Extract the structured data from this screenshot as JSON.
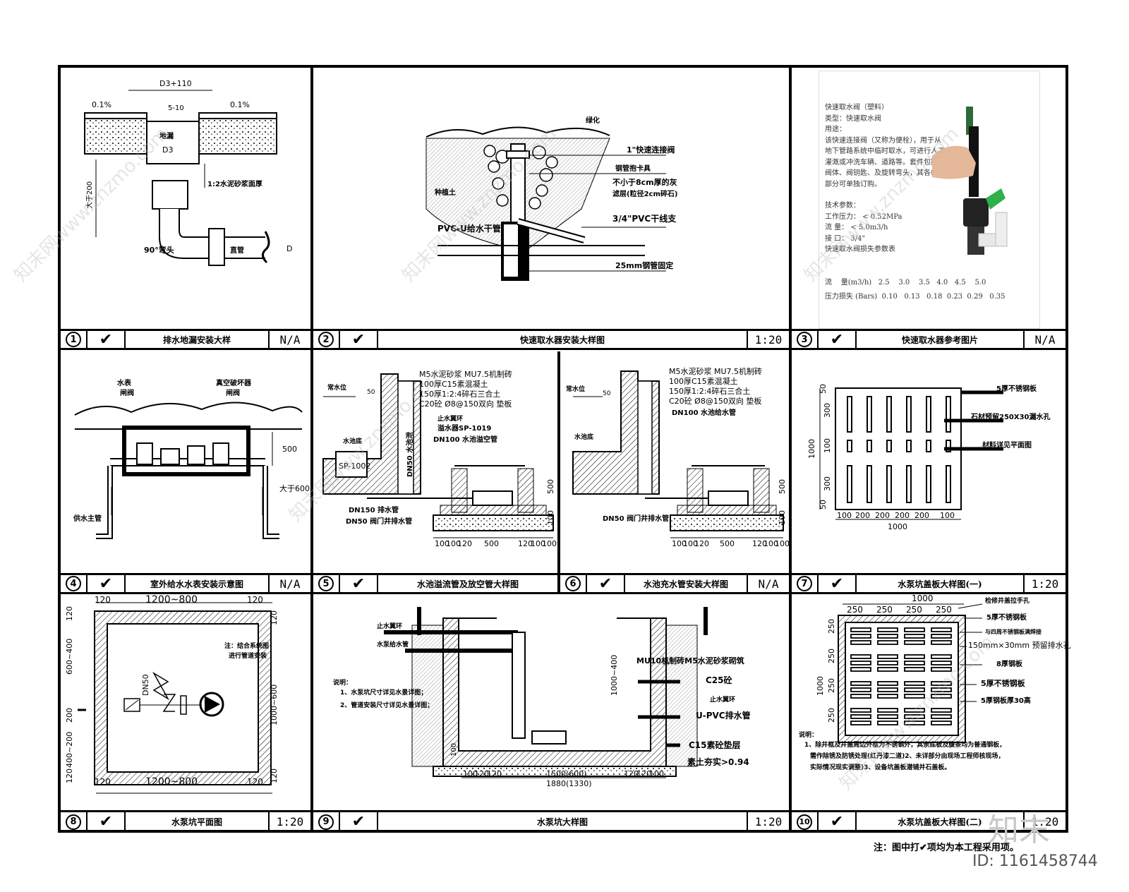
{
  "panels": [
    {
      "num": "1",
      "title": "排水地漏安装大样",
      "scale": "N/A"
    },
    {
      "num": "2",
      "title": "快速取水器安装大样图",
      "scale": "1:20"
    },
    {
      "num": "3",
      "title": "快速取水器参考图片",
      "scale": "N/A"
    },
    {
      "num": "4",
      "title": "室外给水水表安装示意图",
      "scale": "N/A"
    },
    {
      "num": "5",
      "title": "水池溢流管及放空管大样图",
      "scale": ""
    },
    {
      "num": "6",
      "title": "水池充水管安装大样图",
      "scale": "N/A"
    },
    {
      "num": "7",
      "title": "水泵坑盖板大样图(一)",
      "scale": "1:20"
    },
    {
      "num": "8",
      "title": "水泵坑平面图",
      "scale": "1:20"
    },
    {
      "num": "9",
      "title": "水泵坑大样图",
      "scale": "1:20"
    },
    {
      "num": "10",
      "title": "水泵坑盖板大样图(二)",
      "scale": "1:20"
    }
  ],
  "check": "✔",
  "p1": {
    "top": "D3+110",
    "gap": "5-10",
    "slope_l": "0.1%",
    "slope_r": "0.1%",
    "drain": "地漏",
    "d3": "D3",
    "mortar": "1:2水泥砂浆面厚",
    "depth": "大于200",
    "elbow": "90°弯头",
    "pipe": "直管",
    "d": "D"
  },
  "p2": {
    "green": "绿化",
    "valve": "1\"快速连接阀",
    "clamp": "钢管抱卡具",
    "gravel1": "不小于8cm厚的灰",
    "gravel2": "滤层(粒径2cm碎石)",
    "pvc": "3/4\"PVC干线支",
    "main": "PVC-U给水干管",
    "soil": "种植土",
    "steel": "25mm钢管固定"
  },
  "p3": {
    "lines": [
      "快速取水阀（塑料）",
      "类型：快速取水阀",
      "用途：",
      "该快速连接阀（又称为便栓），用于从",
      "地下管路系统中临时取水，可进行人工",
      "灌溉或冲洗车辆、道路等。套件包括：",
      "阀体、阀钥匙、及旋转弯头，其各组成",
      "部分可单独订购。",
      "",
      "技术参数：",
      "工作压力：  < 0.52MPa",
      "流    量：  < 5.0m3/h",
      "接    口：  3/4\"",
      "快速取水阀损失参数表"
    ],
    "row1": "流    量(m3/h)   2.5    3.0    3.5   4.0   4.5    5.0",
    "row2": "压力损失 (Bars)  0.10   0.13   0.18  0.23  0.29   0.35"
  },
  "p4": {
    "meter": "水表",
    "valve1": "闸阀",
    "vac": "真空破坏器",
    "valve2": "闸阀",
    "d500": "500",
    "d600": "大于600",
    "main": "供水主管"
  },
  "p5": {
    "l1": "M5水泥砂浆 MU7.5机制砖",
    "l2": "100厚C15素混凝土",
    "l3": "150厚1:2:4碎石三合土",
    "l4": "C20砼 Ø8@150双向 垫板",
    "ring": "止水翼环",
    "sp1019": "溢水器SP-1019",
    "dn100": "DN100 水池溢空管",
    "wl": "常水位",
    "d50": "50",
    "bottom": "水池底",
    "sp1002": "SP-1002",
    "dn50v": "DN50 水池泄",
    "dn150": "DN150 排水管",
    "dn50": "DN50 阀门井排水管",
    "d500": "500",
    "d100": "100",
    "dims": [
      "100",
      "100",
      "120",
      "500",
      "120",
      "100",
      "100"
    ]
  },
  "p6": {
    "l1": "M5水泥砂浆 MU7.5机制砖",
    "l2": "100厚C15素混凝土",
    "l3": "150厚1:2:4碎石三合土",
    "l4": "C20砼 Ø8@150双向 垫板",
    "dn100": "DN100 水池给水管",
    "wl": "常水位",
    "d50": "50",
    "bottom": "水池底",
    "dn50": "DN50 阀门井排水管",
    "d500": "500",
    "d100": "100",
    "dims": [
      "100",
      "100",
      "120",
      "500",
      "120",
      "100",
      "100"
    ]
  },
  "p7": {
    "lbl1": "5厚不锈钢板",
    "lbl2": "石材预留250X30漏水孔",
    "lbl3": "材料详见平面图",
    "v": [
      "50",
      "300",
      "100",
      "300",
      "50"
    ],
    "vtotal": "1000",
    "h": [
      "100",
      "200",
      "200",
      "200",
      "200",
      "100"
    ],
    "htotal": "1000"
  },
  "p8": {
    "top": "1200~800",
    "bottom": "1200~800",
    "t120": "120",
    "note1": "注：结合系统图",
    "note2": "进行管道安装",
    "dn50": "DN50",
    "vl": [
      "120",
      "600~400",
      "200",
      "400~200",
      "120"
    ],
    "vr": [
      "120",
      "1000~600",
      "120"
    ]
  },
  "p9": {
    "ring1": "止水翼环",
    "pipe1": "水泵给水管",
    "n0": "说明：",
    "n1": "1、水泵坑尺寸详见水景详图；",
    "n2": "2、管道安装尺寸详见水景详图；",
    "h1000": "1000~400",
    "h100": "100",
    "mu10": "MU10机制砖M5水泥砂浆砌筑",
    "c25": "C25砼",
    "ring2": "止水翼环",
    "upvc": "U-PVC排水管",
    "c15": "C15素砼垫层",
    "soil": "素土夯实>0.94",
    "dims": [
      "100",
      "120",
      "120",
      "1500(600)",
      "120",
      "120",
      "100"
    ],
    "total": "1880(1330)"
  },
  "p10": {
    "top": "1000",
    "h": [
      "250",
      "250",
      "250",
      "250"
    ],
    "v": [
      "250",
      "250",
      "250",
      "250"
    ],
    "vtotal": "1000",
    "lbl1": "检修井盖拉手孔",
    "lbl2": "5厚不锈钢板",
    "lbl3": "与四周不锈钢板满焊接",
    "lbl4": "150mm×30mm 预留排水孔",
    "lbl5": "8厚钢板",
    "lbl6": "5厚不锈钢板",
    "lbl7": "5厚钢板厚30高",
    "n0": "说明：",
    "n1": "1、除井框及井盖周边外框为不锈钢外，其余底板及腹条均为普通钢板，",
    "n2": "需作除锈及防锈处理(红丹漆二道)2、未详部分由现场工程师核现场，",
    "n3": "实际情况现实调整)3、设备坑盖板潜铺并石盖板。"
  },
  "footnote": "注：图中打✔项均为本工程采用项。",
  "watermark": {
    "logo": "知末",
    "id": "ID: 1161458744",
    "text": "知末网www.znzmo.com"
  }
}
